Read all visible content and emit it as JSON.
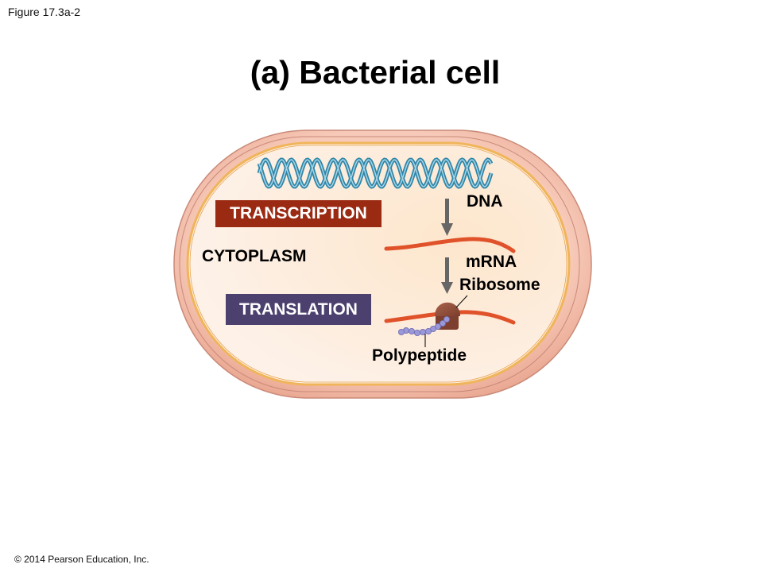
{
  "figure": {
    "label": "Figure 17.3a-2",
    "title": "(a) Bacterial cell",
    "copyright": "© 2014 Pearson Education, Inc."
  },
  "diagram": {
    "process_boxes": {
      "transcription": "TRANSCRIPTION",
      "translation": "TRANSLATION"
    },
    "labels": {
      "cytoplasm": "CYTOPLASM",
      "dna": "DNA",
      "mrna": "mRNA",
      "ribosome": "Ribosome",
      "polypeptide": "Polypeptide"
    },
    "colors": {
      "cell_wall": "#f2b9a6",
      "cell_wall_edge": "#c98a78",
      "membrane": "#f0b55a",
      "cytoplasm": "#fdeee0",
      "dna_strand": "#2f86a8",
      "mrna": "#e0522a",
      "ribosome": "#8a4a35",
      "amino_acid": "#9a98d8",
      "arrow": "#666666",
      "transcription_box": "#9a2a12",
      "translation_box": "#4c406e"
    }
  }
}
